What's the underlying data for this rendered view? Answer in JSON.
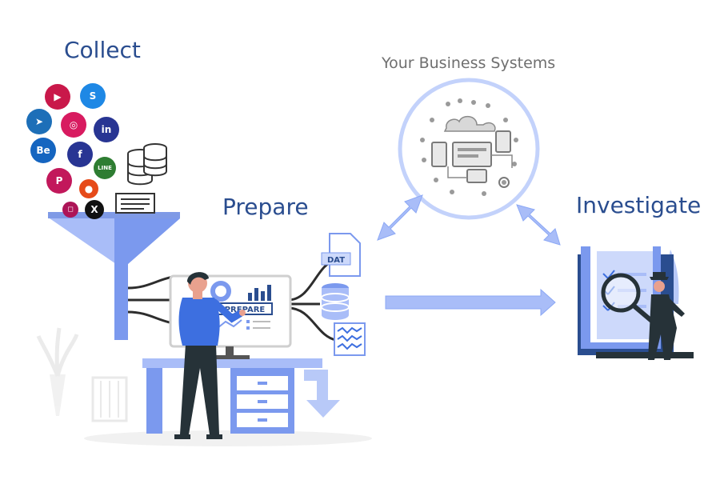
{
  "stages": {
    "collect": "Collect",
    "prepare": "Prepare",
    "investigate": "Investigate",
    "systems": "Your Business Systems"
  },
  "screen": {
    "prepare_button": "PREPARE"
  },
  "files": {
    "dat_tag": "DAT"
  },
  "social_icons": [
    {
      "name": "youtube-icon",
      "glyph": "▶",
      "color": "#c9184a"
    },
    {
      "name": "skype-icon",
      "glyph": "S",
      "color": "#1e88e5"
    },
    {
      "name": "telegram-icon",
      "glyph": "➤",
      "color": "#1d6fb8"
    },
    {
      "name": "dribbble-icon",
      "glyph": "◎",
      "color": "#d81b60"
    },
    {
      "name": "linkedin-icon",
      "glyph": "in",
      "color": "#283593"
    },
    {
      "name": "behance-icon",
      "glyph": "Be",
      "color": "#1565c0"
    },
    {
      "name": "facebook-icon",
      "glyph": "f",
      "color": "#283593"
    },
    {
      "name": "line-icon",
      "glyph": "LINE",
      "color": "#2e7d32"
    },
    {
      "name": "pinterest-icon",
      "glyph": "P",
      "color": "#c2185b"
    },
    {
      "name": "reddit-icon",
      "glyph": "●",
      "color": "#e64a19"
    },
    {
      "name": "instagram-icon",
      "glyph": "◻",
      "color": "#ad1457"
    },
    {
      "name": "x-icon",
      "glyph": "X",
      "color": "#111111"
    }
  ],
  "colors": {
    "accent_blue": "#8ca8f5",
    "funnel_light": "#a9bdf8",
    "funnel_dark": "#6f8fe9",
    "title_blue": "#2a4d8f",
    "subtitle_gray": "#6f6f6f"
  }
}
